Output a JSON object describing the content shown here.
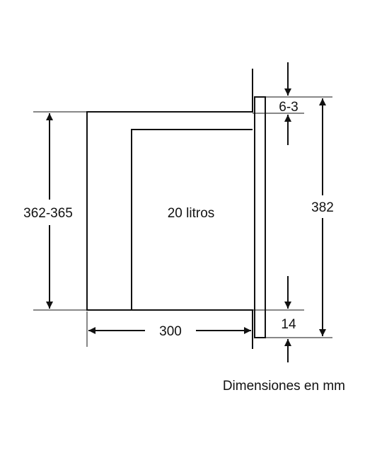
{
  "diagram": {
    "labels": {
      "height_cavity": "362-365",
      "capacity": "20 litros",
      "depth": "300",
      "gap_top": "6-3",
      "height_front": "382",
      "gap_bottom": "14"
    },
    "caption": "Dimensiones en mm",
    "colors": {
      "line": "#111111",
      "background": "#ffffff"
    }
  }
}
